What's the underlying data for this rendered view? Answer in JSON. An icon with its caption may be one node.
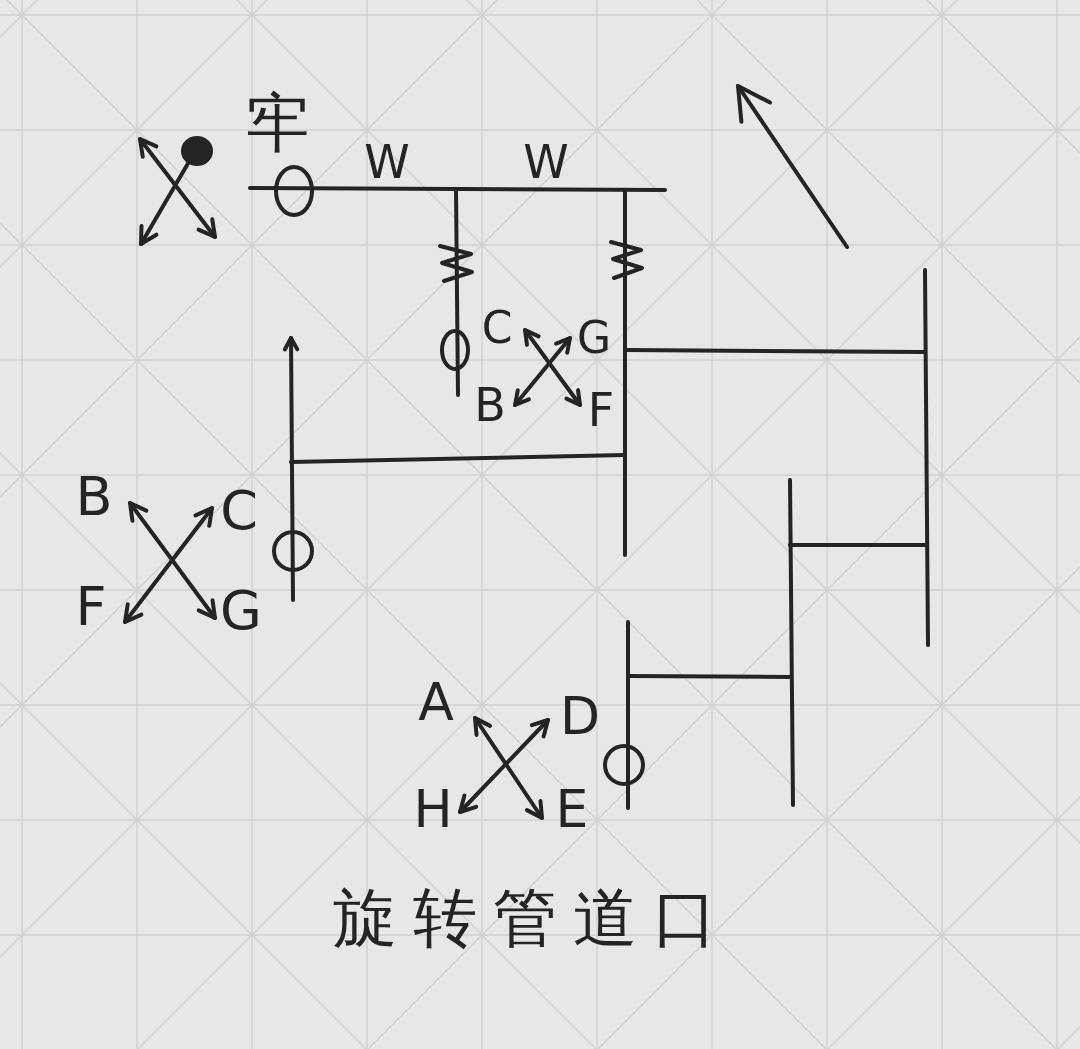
{
  "diagram": {
    "caption": "旋转管道口",
    "labels": [
      "牢",
      "W",
      "W",
      "C",
      "G",
      "B",
      "F",
      "B",
      "C",
      "F",
      "G",
      "A",
      "D",
      "H",
      "E"
    ]
  }
}
